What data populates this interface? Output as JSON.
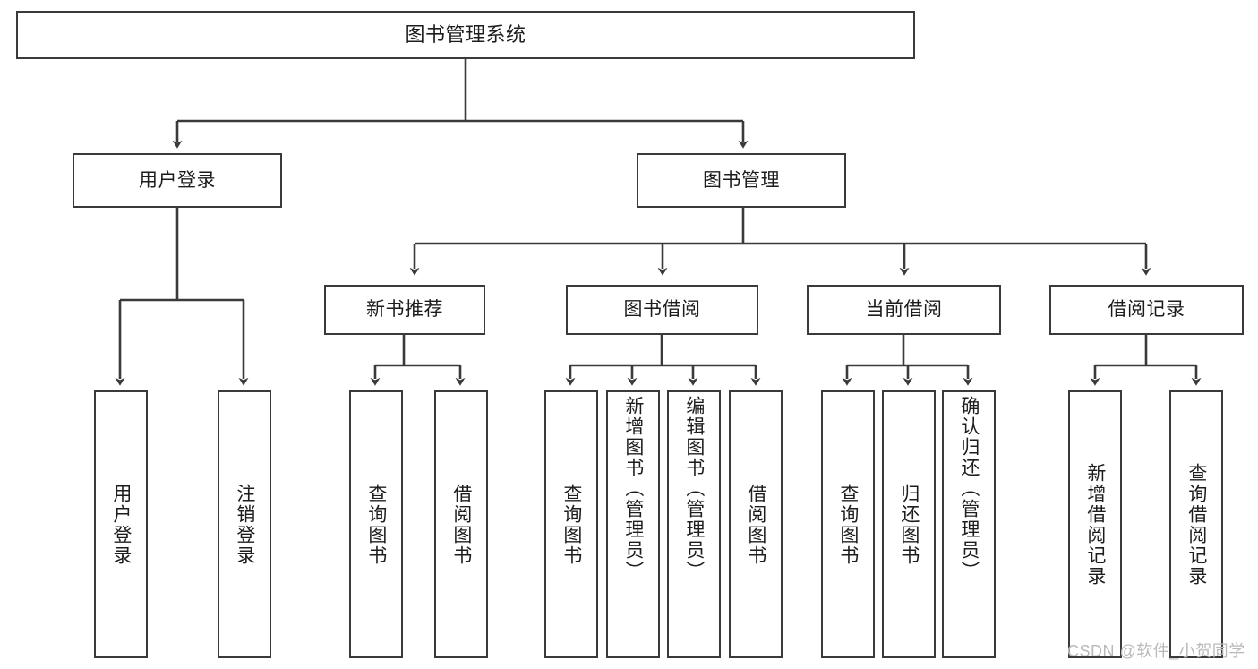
{
  "diagram": {
    "title_node": {
      "label": "图书管理系统"
    },
    "level2": [
      {
        "id": "user-login",
        "label": "用户登录"
      },
      {
        "id": "book-management",
        "label": "图书管理"
      }
    ],
    "level3": [
      {
        "id": "new-book-recommend",
        "label": "新书推荐"
      },
      {
        "id": "book-borrow",
        "label": "图书借阅"
      },
      {
        "id": "current-borrow",
        "label": "当前借阅"
      },
      {
        "id": "borrow-record",
        "label": "借阅记录"
      }
    ],
    "leaves": [
      {
        "id": "leaf-user-login",
        "label": "用户登录"
      },
      {
        "id": "leaf-logout-login",
        "label": "注销登录"
      },
      {
        "id": "leaf-query-book-1",
        "label": "查询图书"
      },
      {
        "id": "leaf-borrow-book-1",
        "label": "借阅图书"
      },
      {
        "id": "leaf-query-book-2",
        "label": "查询图书"
      },
      {
        "id": "leaf-add-book",
        "label": "新增图书（管理员）"
      },
      {
        "id": "leaf-edit-book",
        "label": "编辑图书（管理员）"
      },
      {
        "id": "leaf-borrow-book-2",
        "label": "借阅图书"
      },
      {
        "id": "leaf-query-book-3",
        "label": "查询图书"
      },
      {
        "id": "leaf-return-book",
        "label": "归还图书"
      },
      {
        "id": "leaf-confirm-return",
        "label": "确认归还（管理员）"
      },
      {
        "id": "leaf-add-borrow-record",
        "label": "新增借阅记录"
      },
      {
        "id": "leaf-query-borrow-record",
        "label": "查询借阅记录"
      }
    ],
    "watermark": "CSDN @软件_小贺同学",
    "colors": {
      "stroke": "#3a3a3a",
      "fill": "#ffffff",
      "text": "#1d1d1d",
      "watermark": "#b9b9b9"
    }
  }
}
